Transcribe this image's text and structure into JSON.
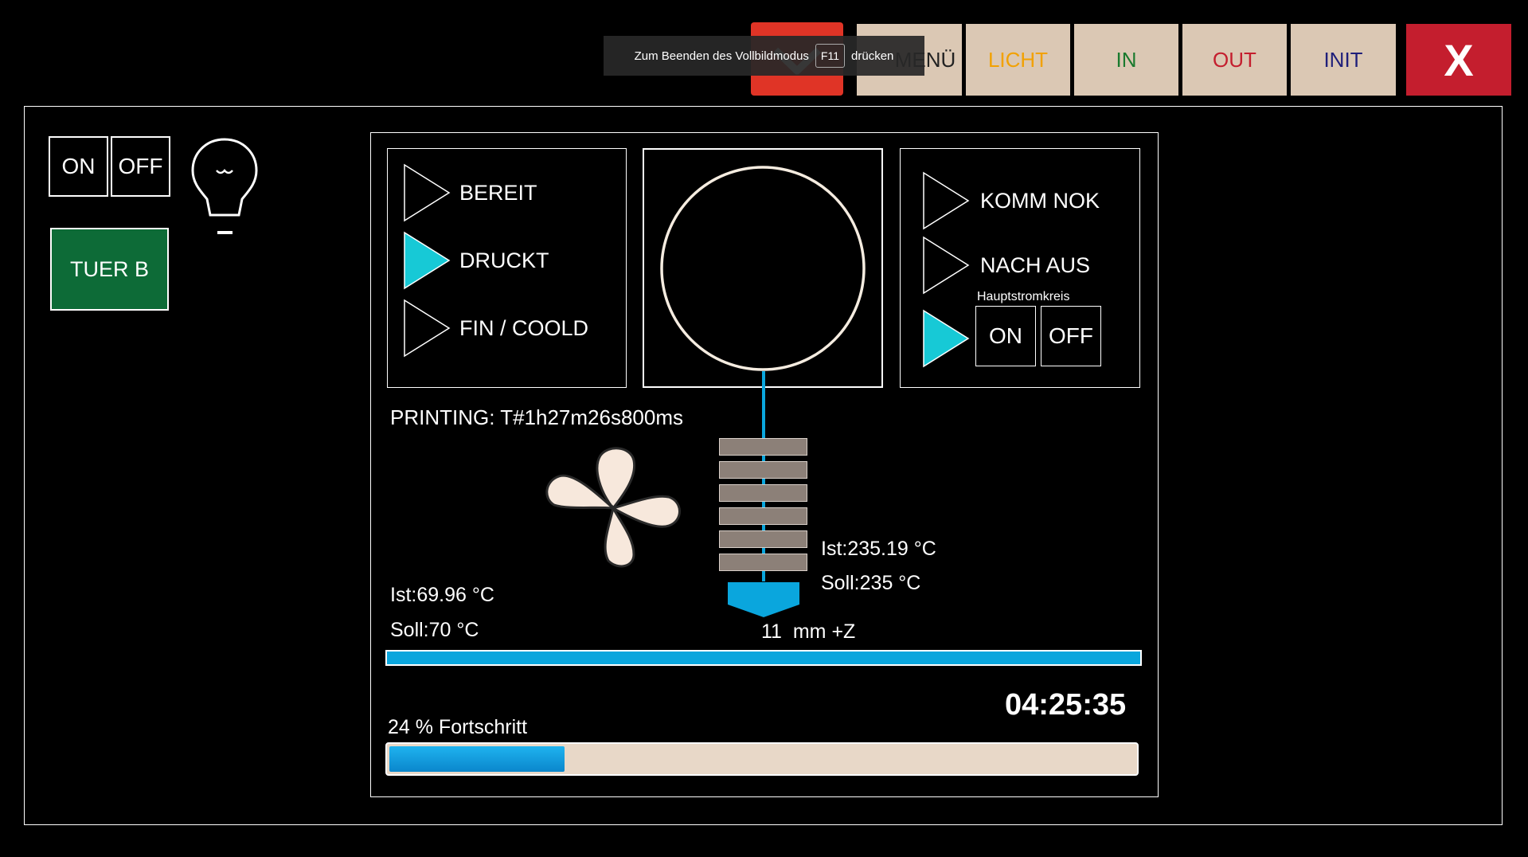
{
  "colors": {
    "accent_cyan": "#17c9d6",
    "bar_blue": "#0aa6dd",
    "menu_red": "#e03426",
    "close_red": "#c41e2e",
    "button_beige": "#dbc8b4",
    "door_green": "#0d6b37",
    "licht_orange": "#f2a100",
    "in_green": "#1a7a2e",
    "out_red": "#c41e2e",
    "init_navy": "#1f1f7a"
  },
  "toolbar": {
    "menu_label": "MENÜ",
    "licht_label": "LICHT",
    "in_label": "IN",
    "out_label": "OUT",
    "init_label": "INIT",
    "close_label": "X"
  },
  "fullscreen_toast": {
    "prefix": "Zum Beenden des Vollbildmodus",
    "key": "F11",
    "suffix": "drücken"
  },
  "left_panel": {
    "light_on_label": "ON",
    "light_off_label": "OFF",
    "door_label": "TUER B"
  },
  "states_left": [
    {
      "label": "BEREIT",
      "active": false
    },
    {
      "label": "DRUCKT",
      "active": true
    },
    {
      "label": "FIN / COOLD",
      "active": false
    }
  ],
  "states_right": [
    {
      "label": "KOMM NOK",
      "active": false
    },
    {
      "label": "NACH AUS",
      "active": false
    }
  ],
  "main_circuit": {
    "caption": "Hauptstromkreis",
    "active": true,
    "on_label": "ON",
    "off_label": "OFF"
  },
  "printing_time": "PRINTING: T#1h27m26s800ms",
  "bed": {
    "actual": "Ist:69.96 °C",
    "target": "Soll:70 °C"
  },
  "nozzle": {
    "actual": "Ist:235.19 °C",
    "target": "Soll:235 °C"
  },
  "z_position": "11  mm +Z",
  "clock": "04:25:35",
  "progress": {
    "label": "24 % Fortschritt",
    "fraction": 0.24
  }
}
